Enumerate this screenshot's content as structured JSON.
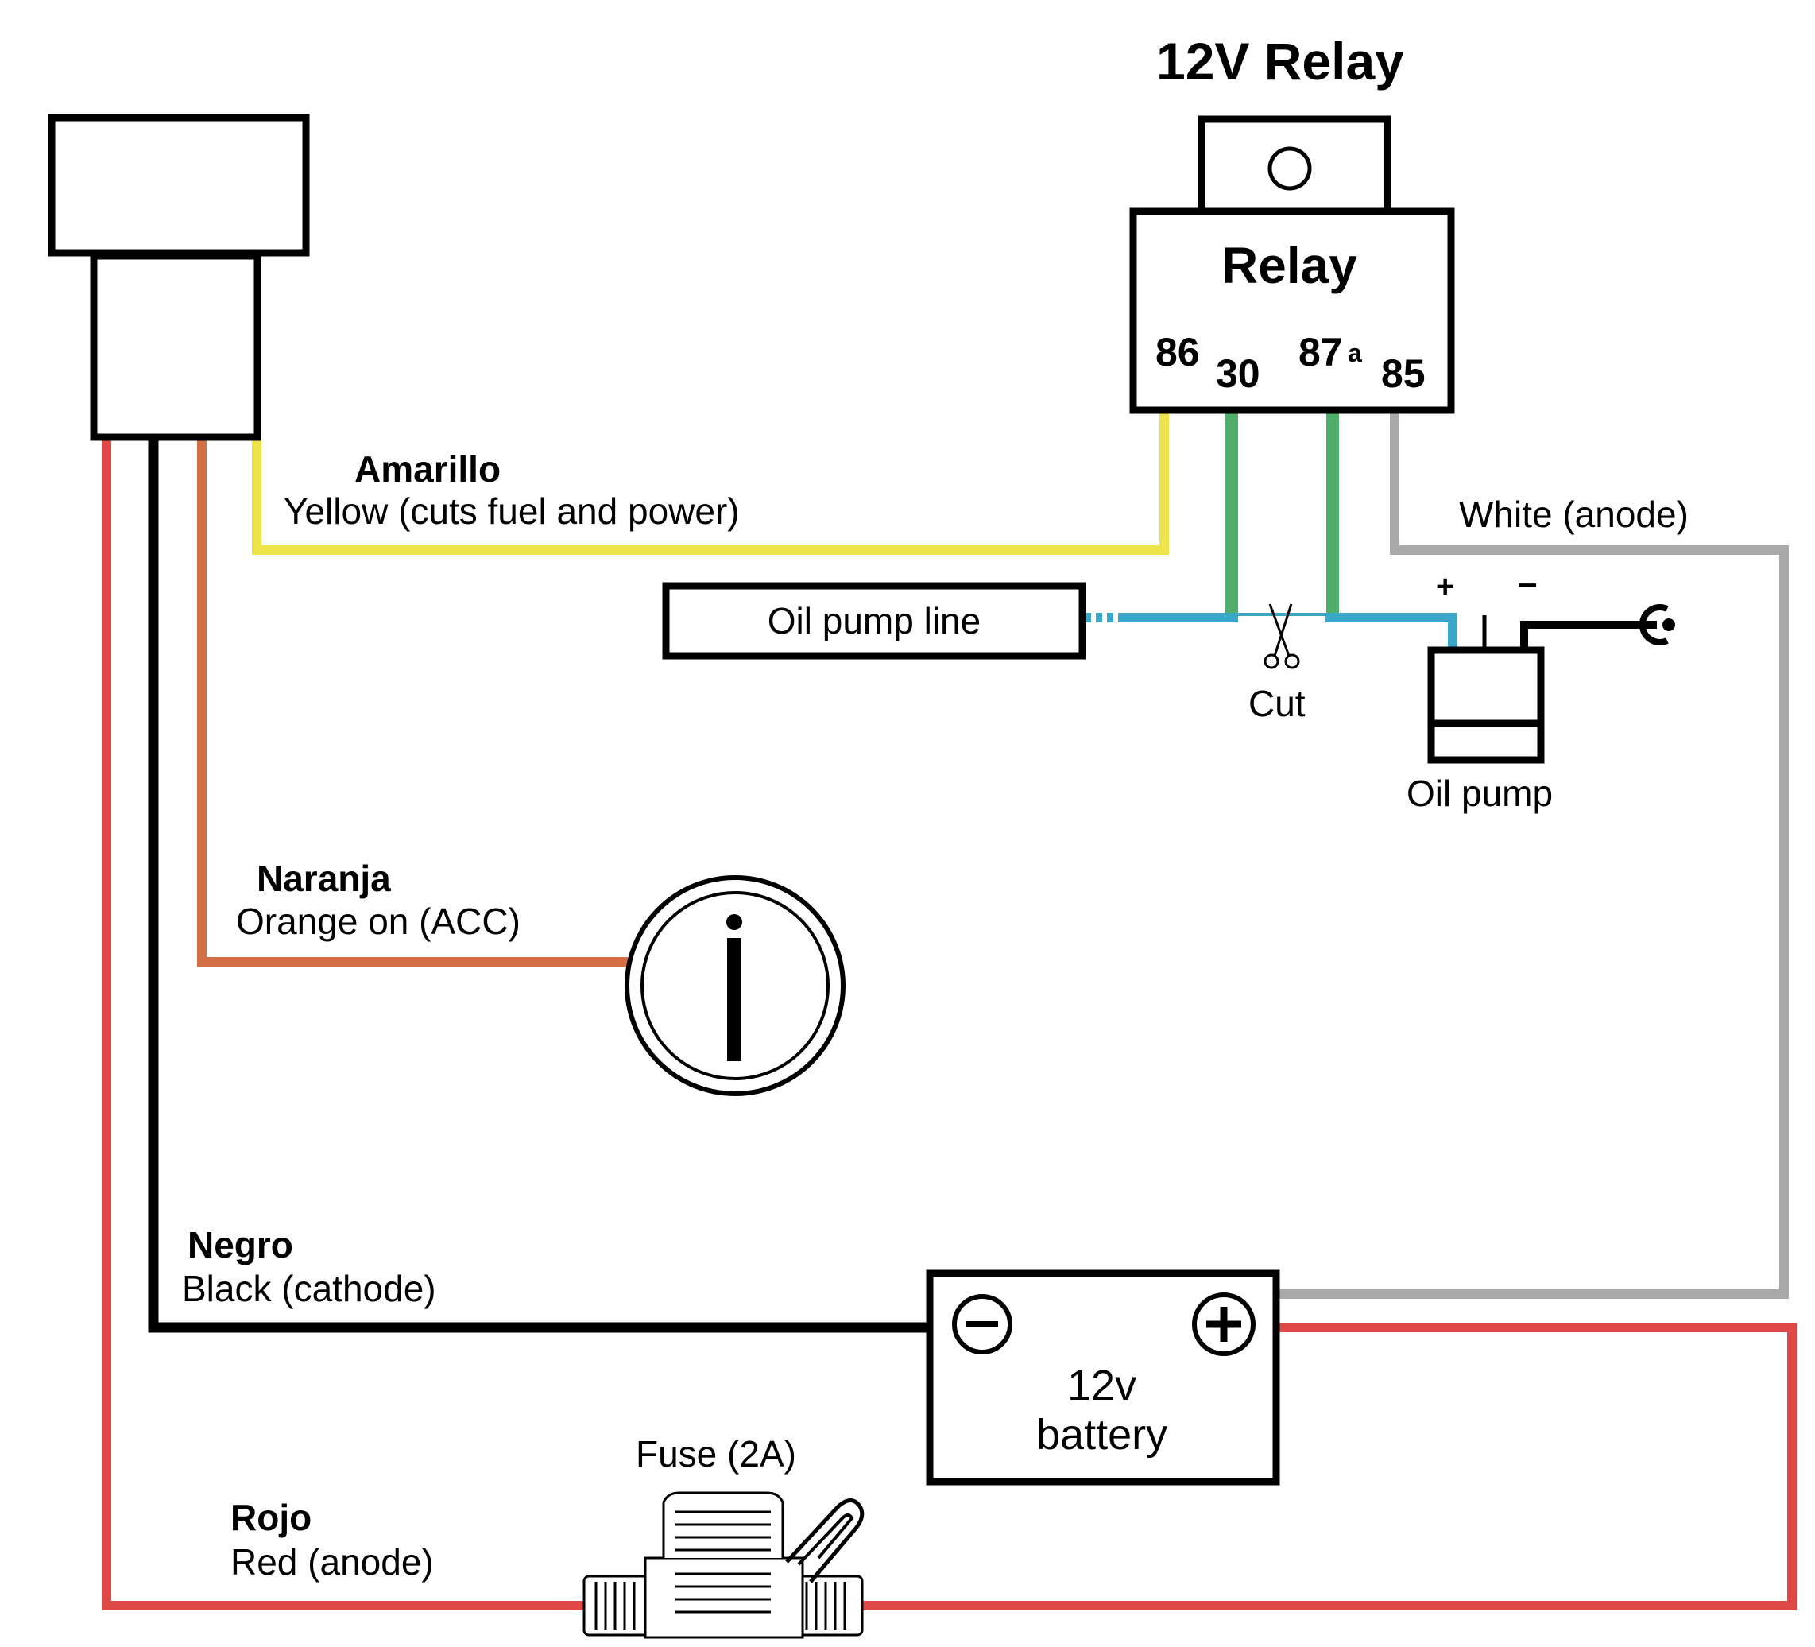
{
  "relay": {
    "title": "12V Relay",
    "name": "Relay",
    "pins": {
      "p86": "86",
      "p30": "30",
      "p87": "87",
      "p87_sub": "a",
      "p85": "85"
    }
  },
  "wires": {
    "yellow": {
      "line1": "Amarillo",
      "line2": "Yellow (cuts fuel and power)",
      "color": "#ece44a"
    },
    "orange": {
      "line1": "Naranja",
      "line2": "Orange on (ACC)",
      "color": "#d46f45"
    },
    "black": {
      "line1": "Negro",
      "line2": "Black (cathode)",
      "color": "#000000"
    },
    "red": {
      "line1": "Rojo",
      "line2": "Red (anode)",
      "color": "#e04848"
    },
    "white": {
      "label": "White (anode)",
      "color": "#a9a9a9"
    },
    "green": {
      "color": "#4fae6a"
    },
    "blue": {
      "color": "#3aa6c8"
    }
  },
  "oil_pump_line": {
    "label": "Oil pump line"
  },
  "cut": {
    "label": "Cut"
  },
  "oil_pump": {
    "label": "Oil pump",
    "plus": "+",
    "minus": "–"
  },
  "battery": {
    "line1": "12v",
    "line2": "battery"
  },
  "fuse": {
    "label": "Fuse (2A)"
  },
  "icons": [
    "tracker-device-icon",
    "relay-icon",
    "scissors-icon",
    "ignition-key-icon",
    "battery-icon",
    "fuse-icon",
    "oil-pump-icon",
    "ground-icon"
  ]
}
